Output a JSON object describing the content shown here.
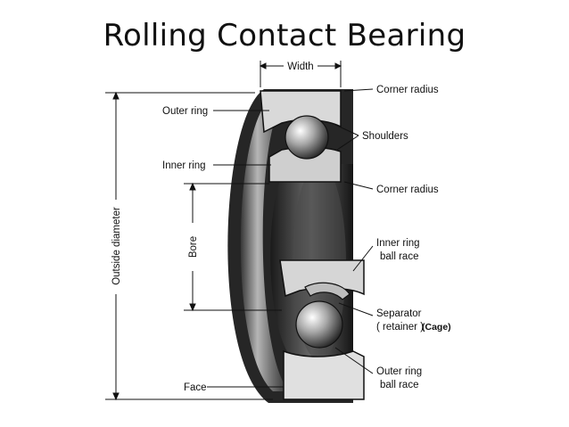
{
  "slide": {
    "title": "Rolling Contact Bearing"
  },
  "labels": {
    "width": "Width",
    "corner_radius_top": "Corner radius",
    "outer_ring": "Outer ring",
    "shoulders": "Shoulders",
    "inner_ring": "Inner ring",
    "corner_radius_mid": "Corner radius",
    "outside_diameter": "Outside diameter",
    "bore": "Bore",
    "inner_ring_ball_race_1": "Inner ring",
    "inner_ring_ball_race_2": "ball race",
    "separator_1": "Separator",
    "separator_2": "( retainer )",
    "cage": "(Cage)",
    "outer_ring_ball_race_1": "Outer ring",
    "outer_ring_ball_race_2": "ball race",
    "face": "Face"
  }
}
